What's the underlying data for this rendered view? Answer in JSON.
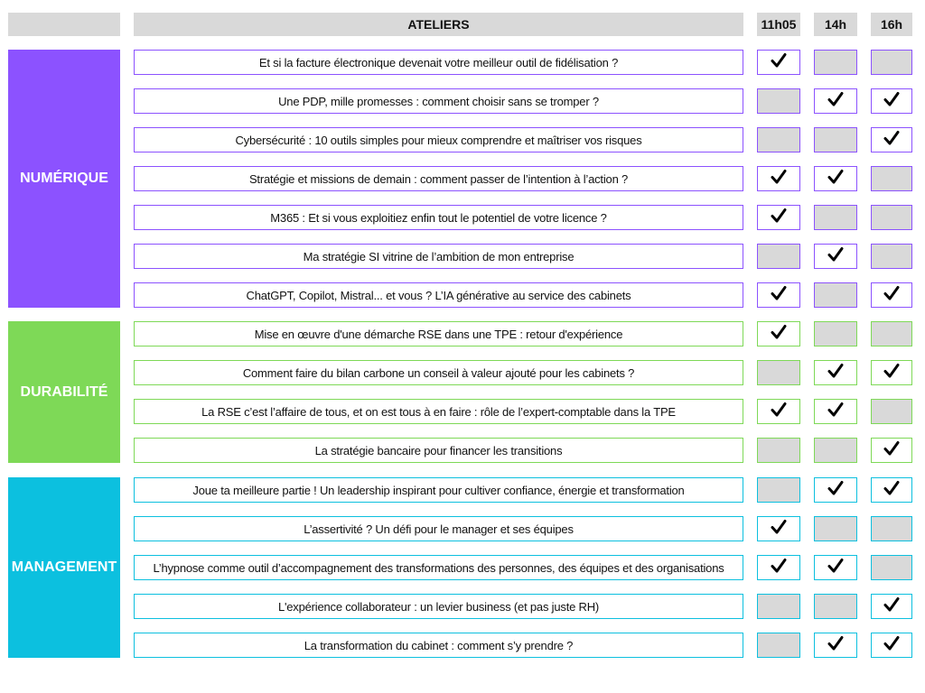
{
  "header": {
    "ateliers": "ATELIERS",
    "slots": [
      "11h05",
      "14h",
      "16h"
    ]
  },
  "colors": {
    "numerique": "#8c52ff",
    "durabilite": "#7ed957",
    "management": "#0cc0df",
    "empty": "#d9d9d9"
  },
  "categories": [
    {
      "key": "numerique",
      "label": "NUMÉRIQUE",
      "color": "#8c52ff",
      "ateliers": [
        {
          "title": "Et si la facture électronique devenait votre meilleur outil de fidélisation ?",
          "slots": [
            true,
            false,
            false
          ]
        },
        {
          "title": "Une PDP, mille promesses : comment choisir sans se tromper ?",
          "slots": [
            false,
            true,
            true
          ]
        },
        {
          "title": "Cybersécurité : 10 outils simples pour mieux comprendre et maîtriser vos risques",
          "slots": [
            false,
            false,
            true
          ]
        },
        {
          "title": "Stratégie et missions de demain : comment passer de l’intention à l’action ?",
          "slots": [
            true,
            true,
            false
          ]
        },
        {
          "title": "M365 : Et si vous exploitiez enfin tout le potentiel de votre licence ?",
          "slots": [
            true,
            false,
            false
          ]
        },
        {
          "title": "Ma stratégie SI vitrine de l’ambition de mon entreprise",
          "slots": [
            false,
            true,
            false
          ]
        },
        {
          "title": "ChatGPT, Copilot, Mistral... et vous ? L’IA générative au service des cabinets",
          "slots": [
            true,
            false,
            true
          ]
        }
      ]
    },
    {
      "key": "durabilite",
      "label": "DURABILITÉ",
      "color": "#7ed957",
      "ateliers": [
        {
          "title": "Mise en œuvre d'une démarche RSE dans une TPE : retour d'expérience",
          "slots": [
            true,
            false,
            false
          ]
        },
        {
          "title": "Comment faire du bilan carbone un conseil à valeur ajouté pour les cabinets ?",
          "slots": [
            false,
            true,
            true
          ]
        },
        {
          "title": "La RSE c’est l’affaire de tous, et on est tous à en faire : rôle de l’expert-comptable dans la TPE",
          "slots": [
            true,
            true,
            false
          ]
        },
        {
          "title": "La stratégie bancaire pour financer les transitions",
          "slots": [
            false,
            false,
            true
          ]
        }
      ]
    },
    {
      "key": "management",
      "label": "MANAGEMENT",
      "color": "#0cc0df",
      "ateliers": [
        {
          "title": "Joue ta meilleure partie ! Un leadership inspirant pour cultiver confiance, énergie et transformation",
          "slots": [
            false,
            true,
            true
          ]
        },
        {
          "title": "L’assertivité ? Un défi pour le manager et ses équipes",
          "slots": [
            true,
            false,
            false
          ]
        },
        {
          "title": "L’hypnose comme outil d’accompagnement des transformations des personnes, des équipes et des organisations",
          "slots": [
            true,
            true,
            false
          ]
        },
        {
          "title": "L'expérience collaborateur : un levier business (et pas juste RH)",
          "slots": [
            false,
            false,
            true
          ]
        },
        {
          "title": "La transformation du cabinet : comment s’y prendre ?",
          "slots": [
            false,
            true,
            true
          ]
        }
      ]
    }
  ]
}
